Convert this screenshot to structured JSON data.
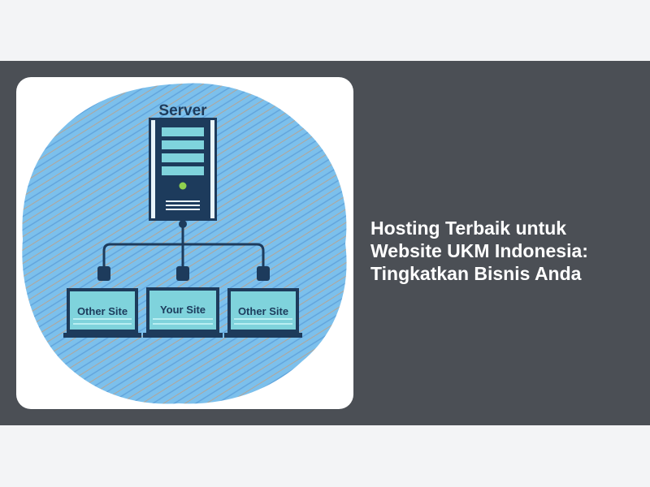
{
  "article": {
    "title_lines": [
      "Hosting Terbaik untuk",
      "Website UKM Indonesia:",
      "Tingkatkan Bisnis Anda"
    ]
  },
  "illustration": {
    "server_label": "Server",
    "sites": [
      "Other Site",
      "Your Site",
      "Other Site"
    ]
  },
  "colors": {
    "hero_background": "#4b4f55",
    "page_background": "#f3f4f6",
    "splash_blue": "#7cc0ec",
    "server_navy": "#1d3b5c",
    "screen_teal": "#7fd3dc"
  }
}
